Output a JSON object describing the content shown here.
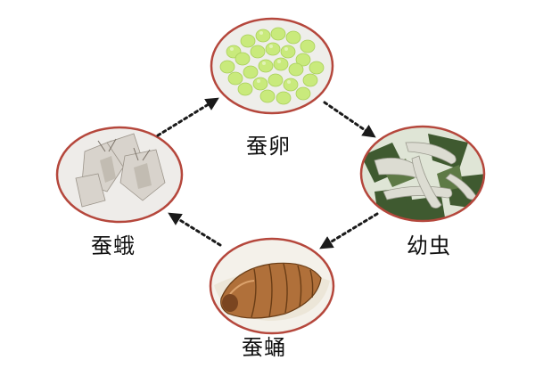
{
  "diagram": {
    "stages": [
      {
        "id": "egg",
        "label": "蚕卵"
      },
      {
        "id": "larva",
        "label": "幼虫"
      },
      {
        "id": "pupa",
        "label": "蚕蛹"
      },
      {
        "id": "moth",
        "label": "蚕蛾"
      }
    ],
    "arrows": [
      {
        "from": "egg",
        "to": "larva"
      },
      {
        "from": "larva",
        "to": "pupa"
      },
      {
        "from": "pupa",
        "to": "moth"
      },
      {
        "from": "moth",
        "to": "egg"
      }
    ],
    "colors": {
      "circle_border": "#b5473c",
      "arrow": "#1a1a1a",
      "egg": "#c9ea7c",
      "larva_leaf": "#3f5a30",
      "larva_body": "#dcdcd2",
      "pupa": "#b0703a",
      "moth": "#d8d3cc",
      "label": "#111111"
    }
  }
}
